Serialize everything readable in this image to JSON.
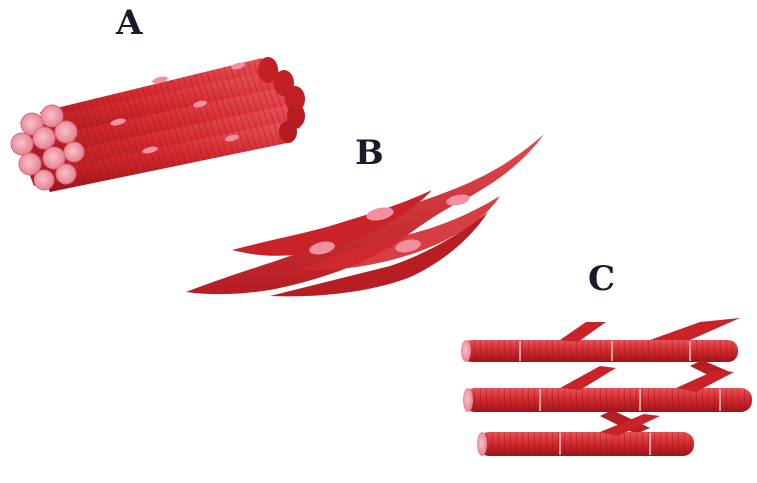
{
  "labels": {
    "a": "A",
    "b": "B",
    "c": "C"
  },
  "panels": [
    {
      "label": "A",
      "depicts": "skeletal-muscle-fibers"
    },
    {
      "label": "B",
      "depicts": "smooth-muscle-cells"
    },
    {
      "label": "C",
      "depicts": "cardiac-muscle-fibers"
    }
  ],
  "colors": {
    "muscle_red": "#d42a2f",
    "muscle_dark": "#a3161c",
    "muscle_light": "#e8545a",
    "nucleus_pink": "#f28fa0",
    "fiber_end_pink": "#f4a3b0",
    "label_text": "#1a1a2e"
  }
}
